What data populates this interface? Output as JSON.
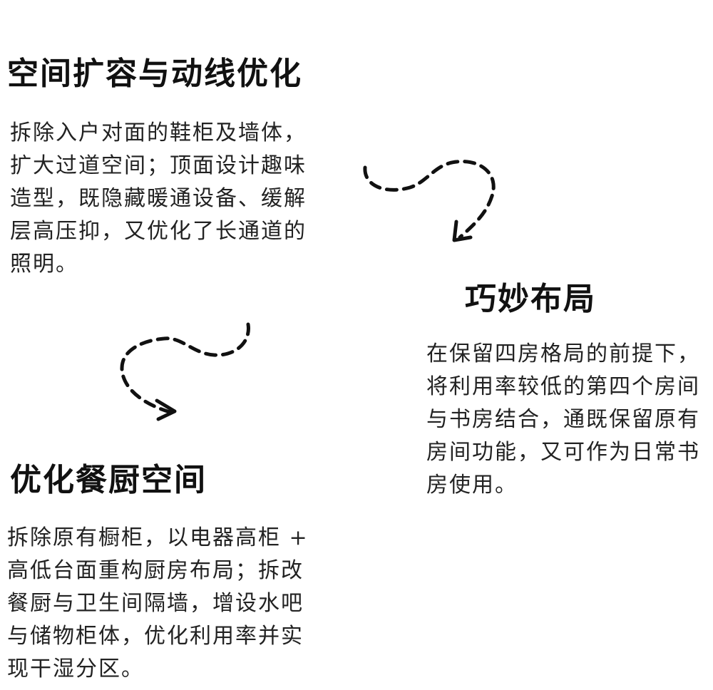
{
  "sections": [
    {
      "title": "空间扩容与动线优化",
      "body": "拆除入户对面的鞋柜及墙体，扩大过道空间；顶面设计趣味造型，既隐藏暖通设备、缓解层高压抑，又优化了长通道的照明。"
    },
    {
      "title": "巧妙布局",
      "body": "在保留四房格局的前提下，将利用率较低的第四个房间与书房结合，通既保留原有房间功能，又可作为日常书房使用。"
    },
    {
      "title": "优化餐厨空间",
      "body": "拆除原有橱柜，以电器高柜 + 高低台面重构厨房布局；拆改餐厨与卫生间隔墙，增设水吧与储物柜体，优化利用率并实现干湿分区。"
    }
  ],
  "icons": {
    "arrow_1": "curly-dashed-arrow-icon",
    "arrow_2": "curly-dashed-arrow-icon"
  },
  "colors": {
    "text": "#111111",
    "background": "#ffffff"
  }
}
